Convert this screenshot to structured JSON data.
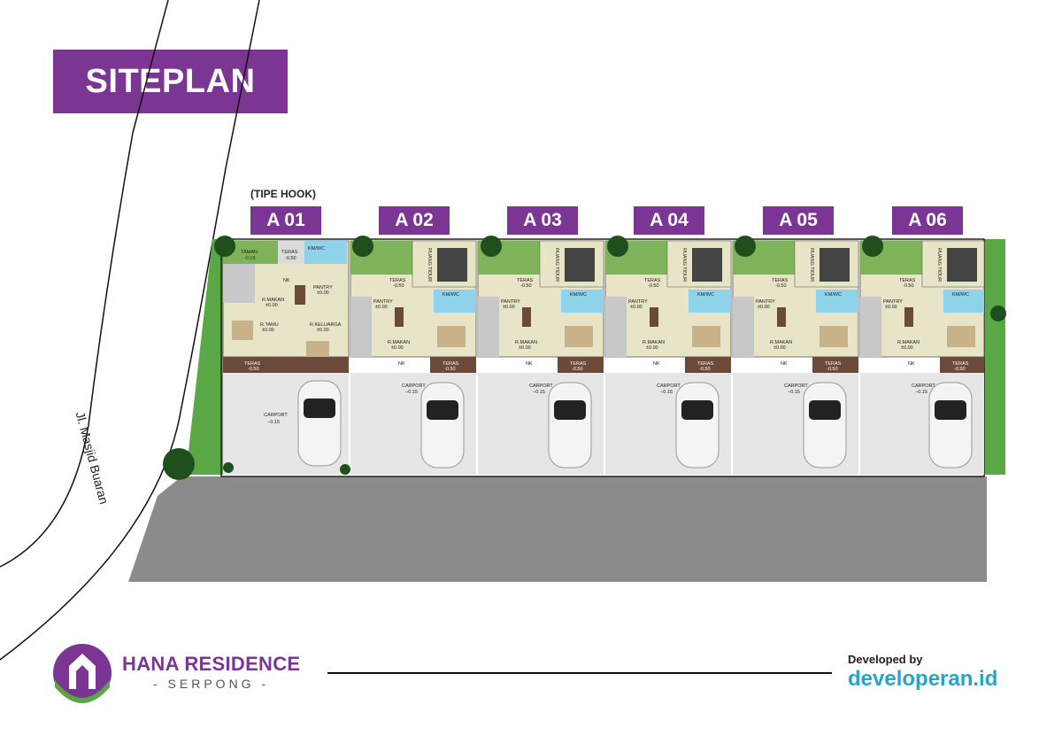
{
  "title": "SITEPLAN",
  "tipe_hook": "(TIPE HOOK)",
  "road_name": "Jl. Masjid Buaran",
  "units": [
    "A 01",
    "A 02",
    "A 03",
    "A 04",
    "A 05",
    "A 06"
  ],
  "corner_unit_labels": {
    "taman": "TAMAN",
    "taman_level": "-0.15",
    "teras_top": "TERAS",
    "teras_top_level": "-0.50",
    "kmwc": "KM/WC",
    "nk": "NK",
    "pantry": "PANTRY",
    "pantry_level": "±0.00",
    "r_makan": "R.MAKAN",
    "r_makan_level": "±0.00",
    "r_tamu": "R.TAMU",
    "r_tamu_level": "±0.00",
    "r_keluarga": "R.KELUARGA",
    "r_keluarga_level": "±0.00",
    "teras_bottom": "TERAS",
    "teras_bottom_level": "-0.50",
    "carport": "CARPORT",
    "carport_level": "−0.15"
  },
  "standard_unit_labels": {
    "teras_top": "TERAS",
    "teras_top_level": "-0.50",
    "ruang_tidur": "RUANG TIDUR",
    "kmwc": "KM/WC",
    "pantry": "PANTRY",
    "pantry_level": "±0.00",
    "r_makan": "R.MAKAN",
    "r_makan_level": "±0.00",
    "nk": "NK",
    "teras_bottom": "TERAS",
    "teras_bottom_level": "-0.50",
    "carport": "CARPORT",
    "carport_level": "−0.15"
  },
  "brand": {
    "name": "HANA RESIDENCE",
    "sub": "- SERPONG -"
  },
  "developer": {
    "label": "Developed by",
    "site": "developeran.id"
  },
  "colors": {
    "purple": "#7b3694",
    "grass": "#5aa845",
    "road": "#8a8a8a",
    "carport": "#e6e6e6",
    "floor": "#e7e4c8",
    "teras": "#6b4a3a",
    "bath": "#8fd3ea",
    "dev_blue": "#2aa3c8"
  }
}
